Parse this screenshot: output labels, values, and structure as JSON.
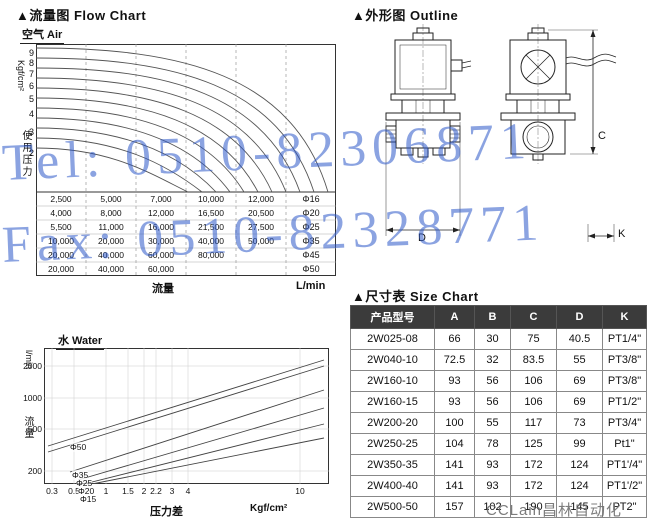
{
  "page": {
    "flow_section_title": "▲流量图  Flow Chart",
    "outline_section_title": "▲外形图  Outline",
    "size_section_title": "▲尺寸表  Size Chart"
  },
  "watermarks": {
    "tel": "Tel: 0510-82306871",
    "fax": "Fax: 0510-82328771",
    "brand": "CCLain昌林自动化"
  },
  "chart_data": [
    {
      "id": "air-flow-chart",
      "type": "line",
      "title": "空气 Air",
      "y_unit": "Kgf/cm²",
      "y_axis_label": "使用压力",
      "y_ticks": [
        "9",
        "8",
        "7",
        "6",
        "5",
        "4",
        "3",
        "2"
      ],
      "ylim": [
        2,
        10
      ],
      "x_label": "流量",
      "x_unit": "L/min",
      "flow_capacity_rows": [
        {
          "values": [
            "2,500",
            "5,000",
            "7,000",
            "10,000",
            "12,000"
          ],
          "size": "Φ16"
        },
        {
          "values": [
            "4,000",
            "8,000",
            "12,000",
            "16,500",
            "20,500"
          ],
          "size": "Φ20"
        },
        {
          "values": [
            "5,500",
            "11,000",
            "16,000",
            "21,500",
            "27,500"
          ],
          "size": "Φ25"
        },
        {
          "values": [
            "10,000",
            "20,000",
            "30,000",
            "40,000",
            "50,000"
          ],
          "size": "Φ35"
        },
        {
          "values": [
            "20,000",
            "40,000",
            "60,000",
            "80,000",
            ""
          ],
          "size": "Φ45"
        },
        {
          "values": [
            "20,000",
            "40,000",
            "60,000",
            "",
            ""
          ],
          "size": "Φ50"
        }
      ]
    },
    {
      "id": "water-flow-chart",
      "type": "line",
      "title": "水  Water",
      "y_axis_label": "流量",
      "y_unit": "l/min",
      "y_ticks": [
        "2000",
        "1000",
        "500",
        "200"
      ],
      "x_ticks": [
        "0.3",
        "0.5",
        "1",
        "1.5",
        "2",
        "2.2",
        "3",
        "4",
        "10"
      ],
      "x_label": "压力差",
      "x_unit": "Kgf/cm²",
      "series": [
        "Φ50",
        "Φ35",
        "Φ25",
        "Φ20",
        "Φ15"
      ]
    }
  ],
  "outline": {
    "dim_labels": {
      "c": "C",
      "d": "D",
      "k": "K"
    }
  },
  "size_chart": {
    "headers": [
      "产品型号",
      "A",
      "B",
      "C",
      "D",
      "K"
    ],
    "rows": [
      [
        "2W025-08",
        "66",
        "30",
        "75",
        "40.5",
        "PT1/4\""
      ],
      [
        "2W040-10",
        "72.5",
        "32",
        "83.5",
        "55",
        "PT3/8\""
      ],
      [
        "2W160-10",
        "93",
        "56",
        "106",
        "69",
        "PT3/8\""
      ],
      [
        "2W160-15",
        "93",
        "56",
        "106",
        "69",
        "PT1/2\""
      ],
      [
        "2W200-20",
        "100",
        "55",
        "117",
        "73",
        "PT3/4\""
      ],
      [
        "2W250-25",
        "104",
        "78",
        "125",
        "99",
        "Pt1\""
      ],
      [
        "2W350-35",
        "141",
        "93",
        "172",
        "124",
        "PT1'/4\""
      ],
      [
        "2W400-40",
        "141",
        "93",
        "172",
        "124",
        "PT1'/2\""
      ],
      [
        "2W500-50",
        "157",
        "102",
        "190",
        "145",
        "PT2\""
      ]
    ]
  }
}
